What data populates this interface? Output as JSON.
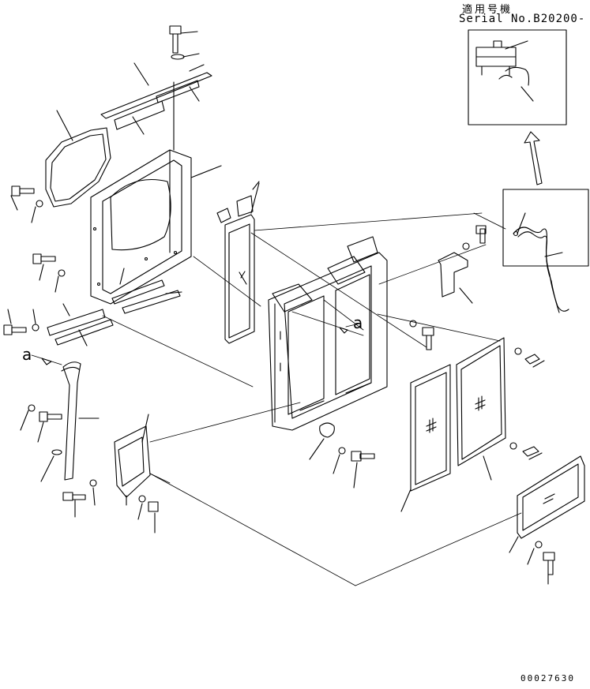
{
  "header": {
    "applicable_label": "適用号機",
    "serial_label": "Serial No.B20200-"
  },
  "callouts": {
    "view_a_right": "a",
    "view_a_left": "a"
  },
  "footer": {
    "part_number": "00027630"
  }
}
